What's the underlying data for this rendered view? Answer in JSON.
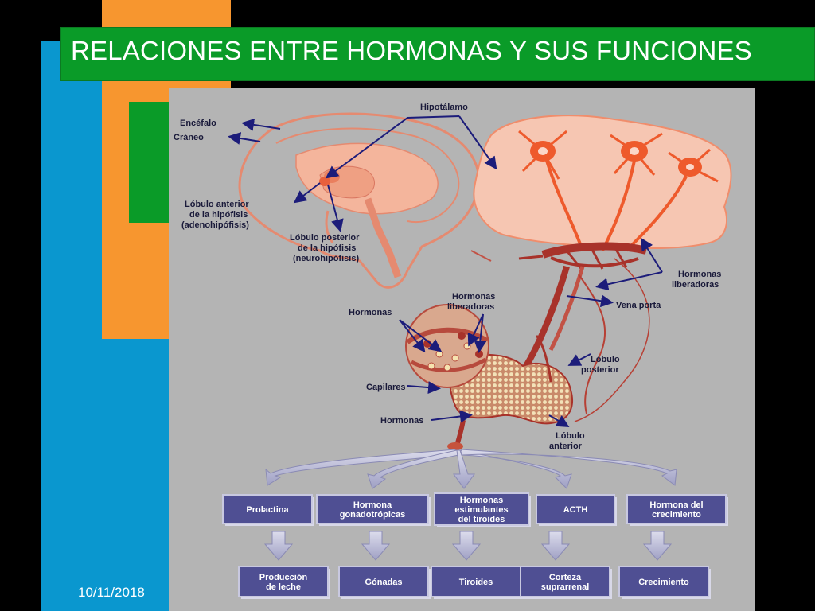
{
  "slide": {
    "title": "RELACIONES ENTRE HORMONAS Y SUS FUNCIONES",
    "date": "10/11/2018"
  },
  "colors": {
    "background": "#000000",
    "blue_block": "#0a97cf",
    "orange_block": "#f7962f",
    "green": "#0a9b28",
    "diagram_bg": "#b4b4b4",
    "tissue": "#f2a586",
    "neuron": "#ee5a2c",
    "vessel": "#a8322a",
    "arrow": "#1c1c7a",
    "box_fill": "#4f4f93"
  },
  "labels": {
    "hipotalamo": "Hipotálamo",
    "encefalo": "Encéfalo",
    "craneo": "Cráneo",
    "lobulo_anterior_hipofisis": [
      "Lóbulo anterior",
      "de la hipófisis",
      "(adenohipófisis)"
    ],
    "lobulo_posterior_hipofisis": [
      "Lóbulo posterior",
      "de la hipófisis",
      "(neurohipófisis)"
    ],
    "hormonas_liberadoras_right": [
      "Hormonas",
      "liberadoras"
    ],
    "vena_porta": "Vena porta",
    "hormonas_liberadoras_mid": [
      "Hormonas",
      "liberadoras"
    ],
    "hormonas_top": "Hormonas",
    "lobulo_posterior": [
      "Lóbulo",
      "posterior"
    ],
    "capilares": "Capilares",
    "hormonas_bottom": "Hormonas",
    "lobulo_anterior": [
      "Lóbulo",
      "anterior"
    ]
  },
  "hormones": [
    [
      "Prolactina"
    ],
    [
      "Hormona",
      "gonadotrópicas"
    ],
    [
      "Hormonas",
      "estimulantes",
      "del tiroides"
    ],
    [
      "ACTH"
    ],
    [
      "Hormona del",
      "crecimiento"
    ]
  ],
  "targets": [
    [
      "Producción",
      "de leche"
    ],
    [
      "Gónadas"
    ],
    [
      "Tiroides"
    ],
    [
      "Corteza",
      "suprarrenal"
    ],
    [
      "Crecimiento"
    ]
  ]
}
